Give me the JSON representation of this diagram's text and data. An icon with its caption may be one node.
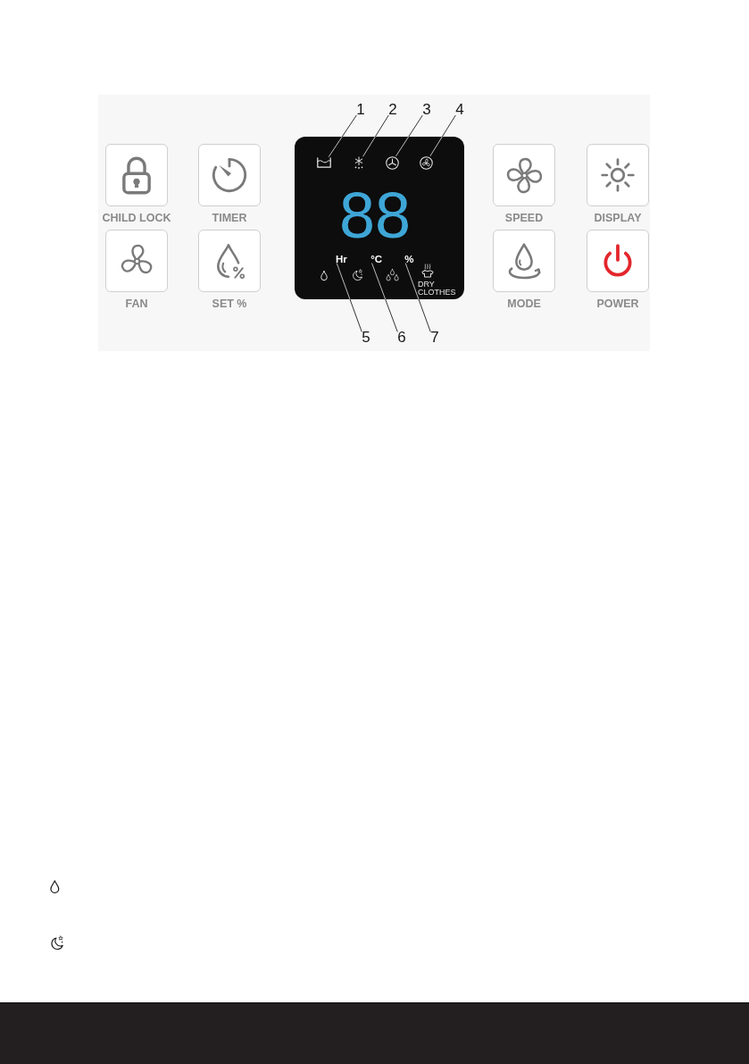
{
  "diagram": {
    "nodes": [
      {
        "text": [
          "1"
        ]
      },
      {
        "text": [
          "2"
        ]
      },
      {
        "text": [
          "3"
        ]
      },
      {
        "text": [
          "4"
        ]
      },
      {
        "text": [
          "CHILD LOCK"
        ]
      },
      {
        "text": [
          "TIMER"
        ]
      },
      {
        "text": [
          "88",
          "DRY CLOTHES"
        ]
      },
      {
        "text": [],
        "shape": "picture",
        "in": 6
      },
      {
        "text": [],
        "shape": "picture",
        "in": 6
      },
      {
        "text": [],
        "shape": "picture",
        "in": 6
      },
      {
        "text": [],
        "shape": "picture",
        "in": 6
      },
      {
        "text": [
          "Hr"
        ],
        "in": 6
      },
      {
        "text": [
          "°C"
        ],
        "in": 6
      },
      {
        "text": [
          "%"
        ],
        "in": 6
      },
      {
        "text": [
          "SPEED"
        ]
      },
      {
        "text": [
          "DISPLAY"
        ]
      },
      {
        "text": [
          "FAN"
        ]
      },
      {
        "text": [
          "SET %"
        ]
      },
      {
        "text": [
          "MODE"
        ]
      },
      {
        "text": [
          "POWER"
        ]
      },
      {
        "text": [
          "5"
        ]
      },
      {
        "text": [
          "6"
        ]
      },
      {
        "text": [
          "7"
        ]
      }
    ],
    "edges": [
      {
        "from": 0,
        "to": 7,
        "arrow": "none"
      },
      {
        "from": 1,
        "to": 8,
        "arrow": "none"
      },
      {
        "from": 2,
        "to": 9,
        "arrow": "none"
      },
      {
        "from": 3,
        "to": 10,
        "arrow": "none"
      },
      {
        "from": 20,
        "to": 11,
        "arrow": "none"
      },
      {
        "from": 21,
        "to": 12,
        "arrow": "none"
      },
      {
        "from": 22,
        "to": 13,
        "arrow": "none"
      }
    ]
  }
}
